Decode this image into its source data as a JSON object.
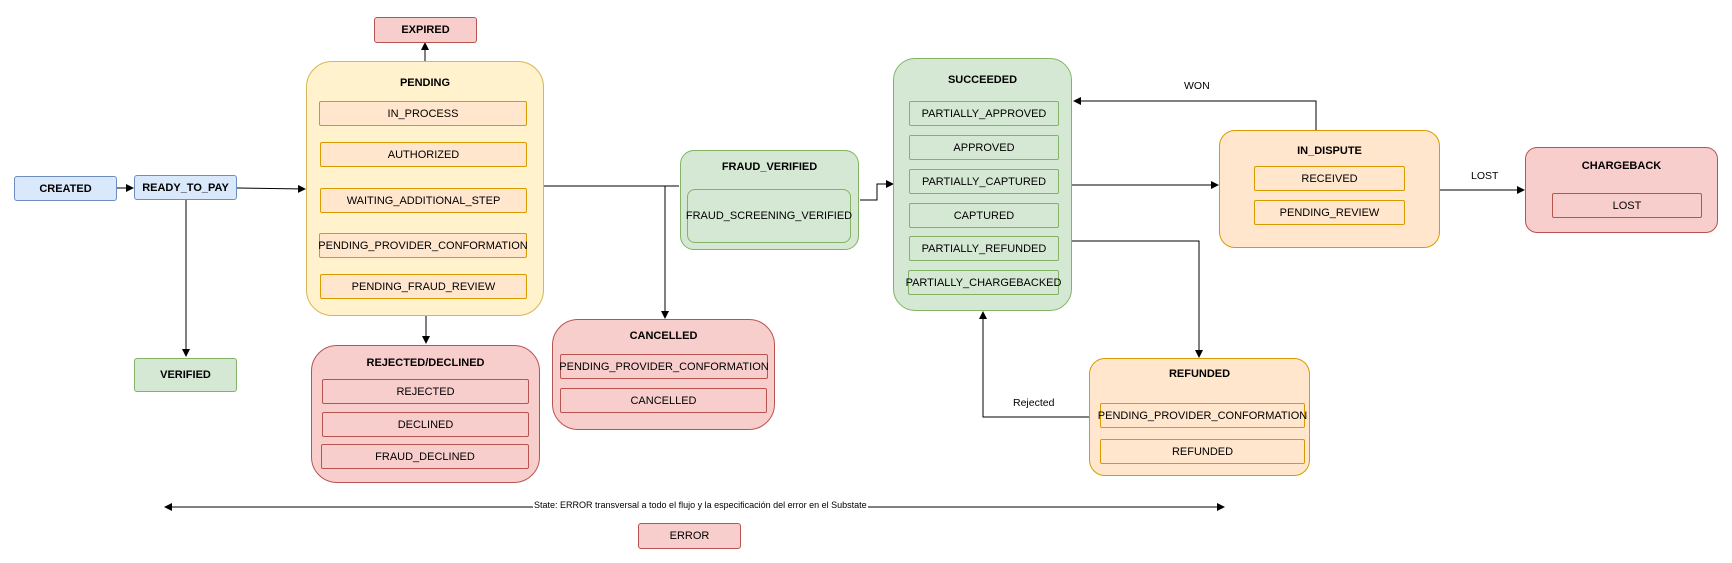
{
  "nodes": {
    "created": "CREATED",
    "ready_to_pay": "READY_TO_PAY",
    "verified": "VERIFIED",
    "expired": "EXPIRED",
    "error": "ERROR"
  },
  "pending": {
    "title": "PENDING",
    "substates": [
      "IN_PROCESS",
      "AUTHORIZED",
      "WAITING_ADDITIONAL_STEP",
      "PENDING_PROVIDER_CONFORMATION",
      "PENDING_FRAUD_REVIEW"
    ]
  },
  "rejected_declined": {
    "title": "REJECTED/DECLINED",
    "substates": [
      "REJECTED",
      "DECLINED",
      "FRAUD_DECLINED"
    ]
  },
  "cancelled": {
    "title": "CANCELLED",
    "substates": [
      "PENDING_PROVIDER_CONFORMATION",
      "CANCELLED"
    ]
  },
  "fraud_verified": {
    "title": "FRAUD_VERIFIED",
    "substates": [
      "FRAUD_SCREENING_VERIFIED"
    ]
  },
  "succeeded": {
    "title": "SUCCEEDED",
    "substates": [
      "PARTIALLY_APPROVED",
      "APPROVED",
      "PARTIALLY_CAPTURED",
      "CAPTURED",
      "PARTIALLY_REFUNDED",
      "PARTIALLY_CHARGEBACKED"
    ]
  },
  "in_dispute": {
    "title": "IN_DISPUTE",
    "substates": [
      "RECEIVED",
      "PENDING_REVIEW"
    ]
  },
  "refunded": {
    "title": "REFUNDED",
    "substates": [
      "PENDING_PROVIDER_CONFORMATION",
      "REFUNDED"
    ]
  },
  "chargeback": {
    "title": "CHARGEBACK",
    "substates": [
      "LOST"
    ]
  },
  "edge_labels": {
    "won": "WON",
    "lost": "LOST",
    "rejected": "Rejected"
  },
  "error_note": "State: ERROR transversal a todo el flujo y la especificación del error en el Substate",
  "colors": {
    "blue_fill": "#dae8fc",
    "blue_stroke": "#6c8ebf",
    "green_fill": "#d5e8d4",
    "green_stroke": "#82b366",
    "red_fill": "#f8cecc",
    "red_stroke": "#b85450",
    "yellow_fill": "#fff2cc",
    "yellow_stroke": "#d6b656",
    "orange_fill": "#ffe6cc",
    "orange_stroke": "#d79b00"
  }
}
